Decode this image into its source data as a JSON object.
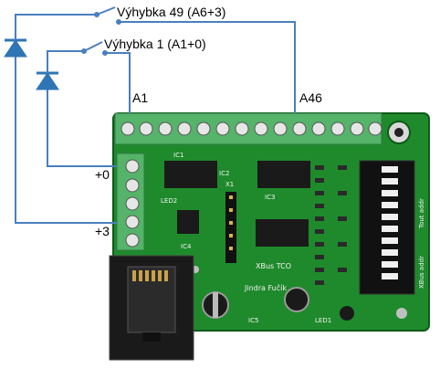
{
  "wiring": {
    "switch_top_label": "Výhybka 49 (A6+3)",
    "switch_bottom_label": "Výhybka 1 (A1+0)",
    "terminal_a1_label": "A1",
    "terminal_a46_label": "A46",
    "terminal_plus0_label": "+0",
    "terminal_plus3_label": "+3"
  },
  "board": {
    "title": "XBus TCO",
    "author": "Jindra Fučík",
    "dip_label_1": "XBus addr",
    "dip_label_2": "Tout addr",
    "ic_labels": [
      "IC1",
      "IC2",
      "IC3",
      "IC4",
      "IC5"
    ],
    "led_labels": [
      "LED1",
      "LED2"
    ],
    "connector_label": "X1",
    "colors": {
      "pcb": "#1f8a2c",
      "terminal": "#55b36a",
      "wire": "#4a7fc0",
      "diode": "#2e75b6"
    }
  }
}
